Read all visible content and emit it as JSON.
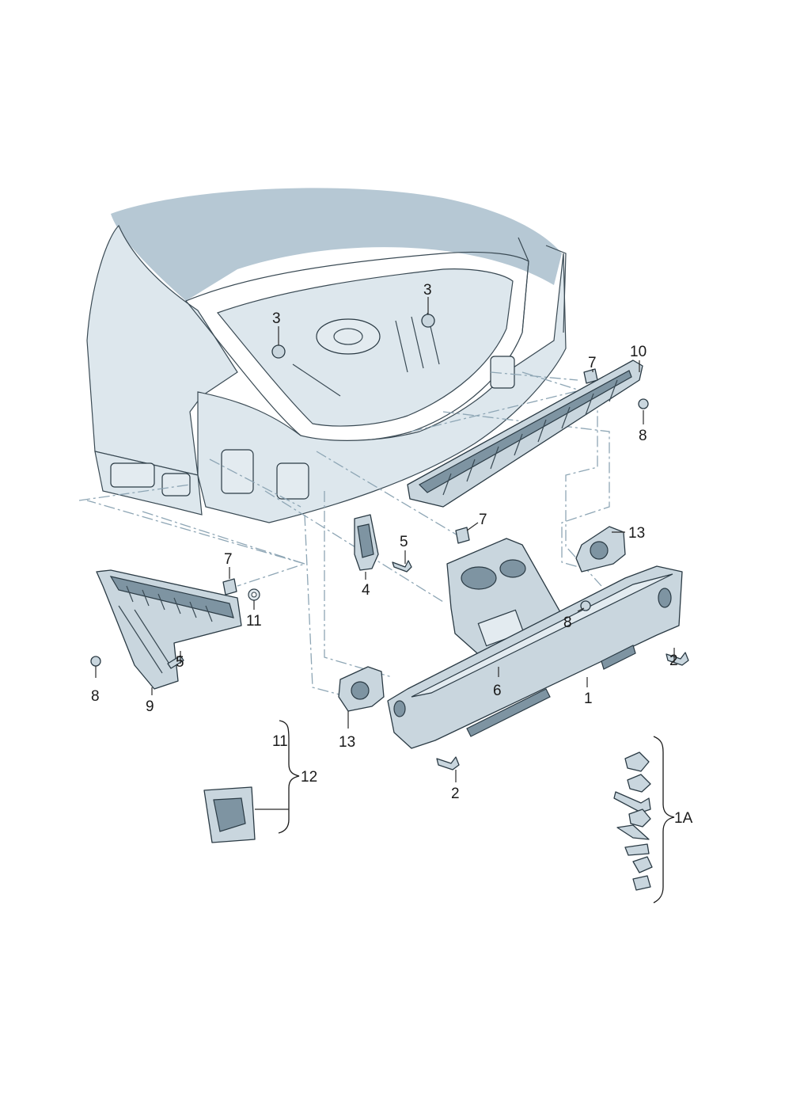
{
  "callouts": {
    "c1": "1",
    "c1a": "1A",
    "c2a": "2",
    "c2b": "2",
    "c3a": "3",
    "c3b": "3",
    "c4": "4",
    "c5a": "5",
    "c5b": "5",
    "c6": "6",
    "c7a": "7",
    "c7b": "7",
    "c7c": "7",
    "c8a": "8",
    "c8b": "8",
    "c8c": "8",
    "c9": "9",
    "c10": "10",
    "c11a": "11",
    "c11b": "11",
    "c12": "12",
    "c13a": "13",
    "c13b": "13"
  },
  "colors": {
    "part_fill": "#c9d6de",
    "part_outline": "#2a3a44",
    "body_fill": "#dde7ed",
    "body_shade": "#b6c8d4",
    "dash_line": "#8ea6b5"
  }
}
